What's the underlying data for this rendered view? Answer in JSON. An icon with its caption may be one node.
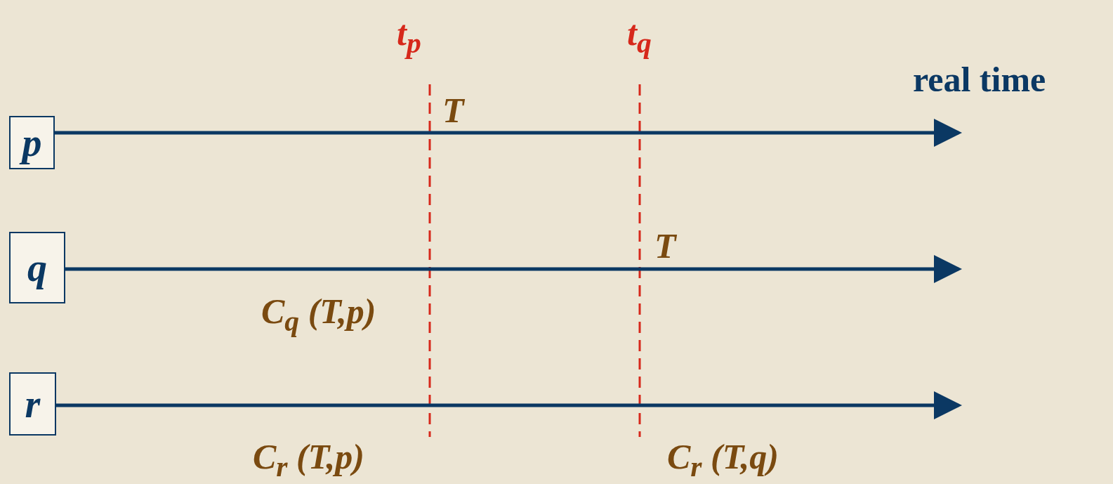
{
  "diagram": {
    "nodes": [
      {
        "text": [
          "p"
        ]
      },
      {
        "text": [
          "q"
        ]
      },
      {
        "text": [
          "r"
        ]
      }
    ],
    "edges": [
      {
        "from": 0,
        "to": null,
        "arrow": "to"
      },
      {
        "from": 1,
        "to": null,
        "arrow": "to"
      },
      {
        "from": 2,
        "to": null,
        "arrow": "to"
      }
    ],
    "labels": [
      "t$_{p}$",
      "t$_{q}$",
      "real time",
      "T",
      "T",
      "C$_{q}$ (T,p)",
      "C$_{r}$ (T,p)",
      "C$_{r}$ (T,q)"
    ]
  }
}
